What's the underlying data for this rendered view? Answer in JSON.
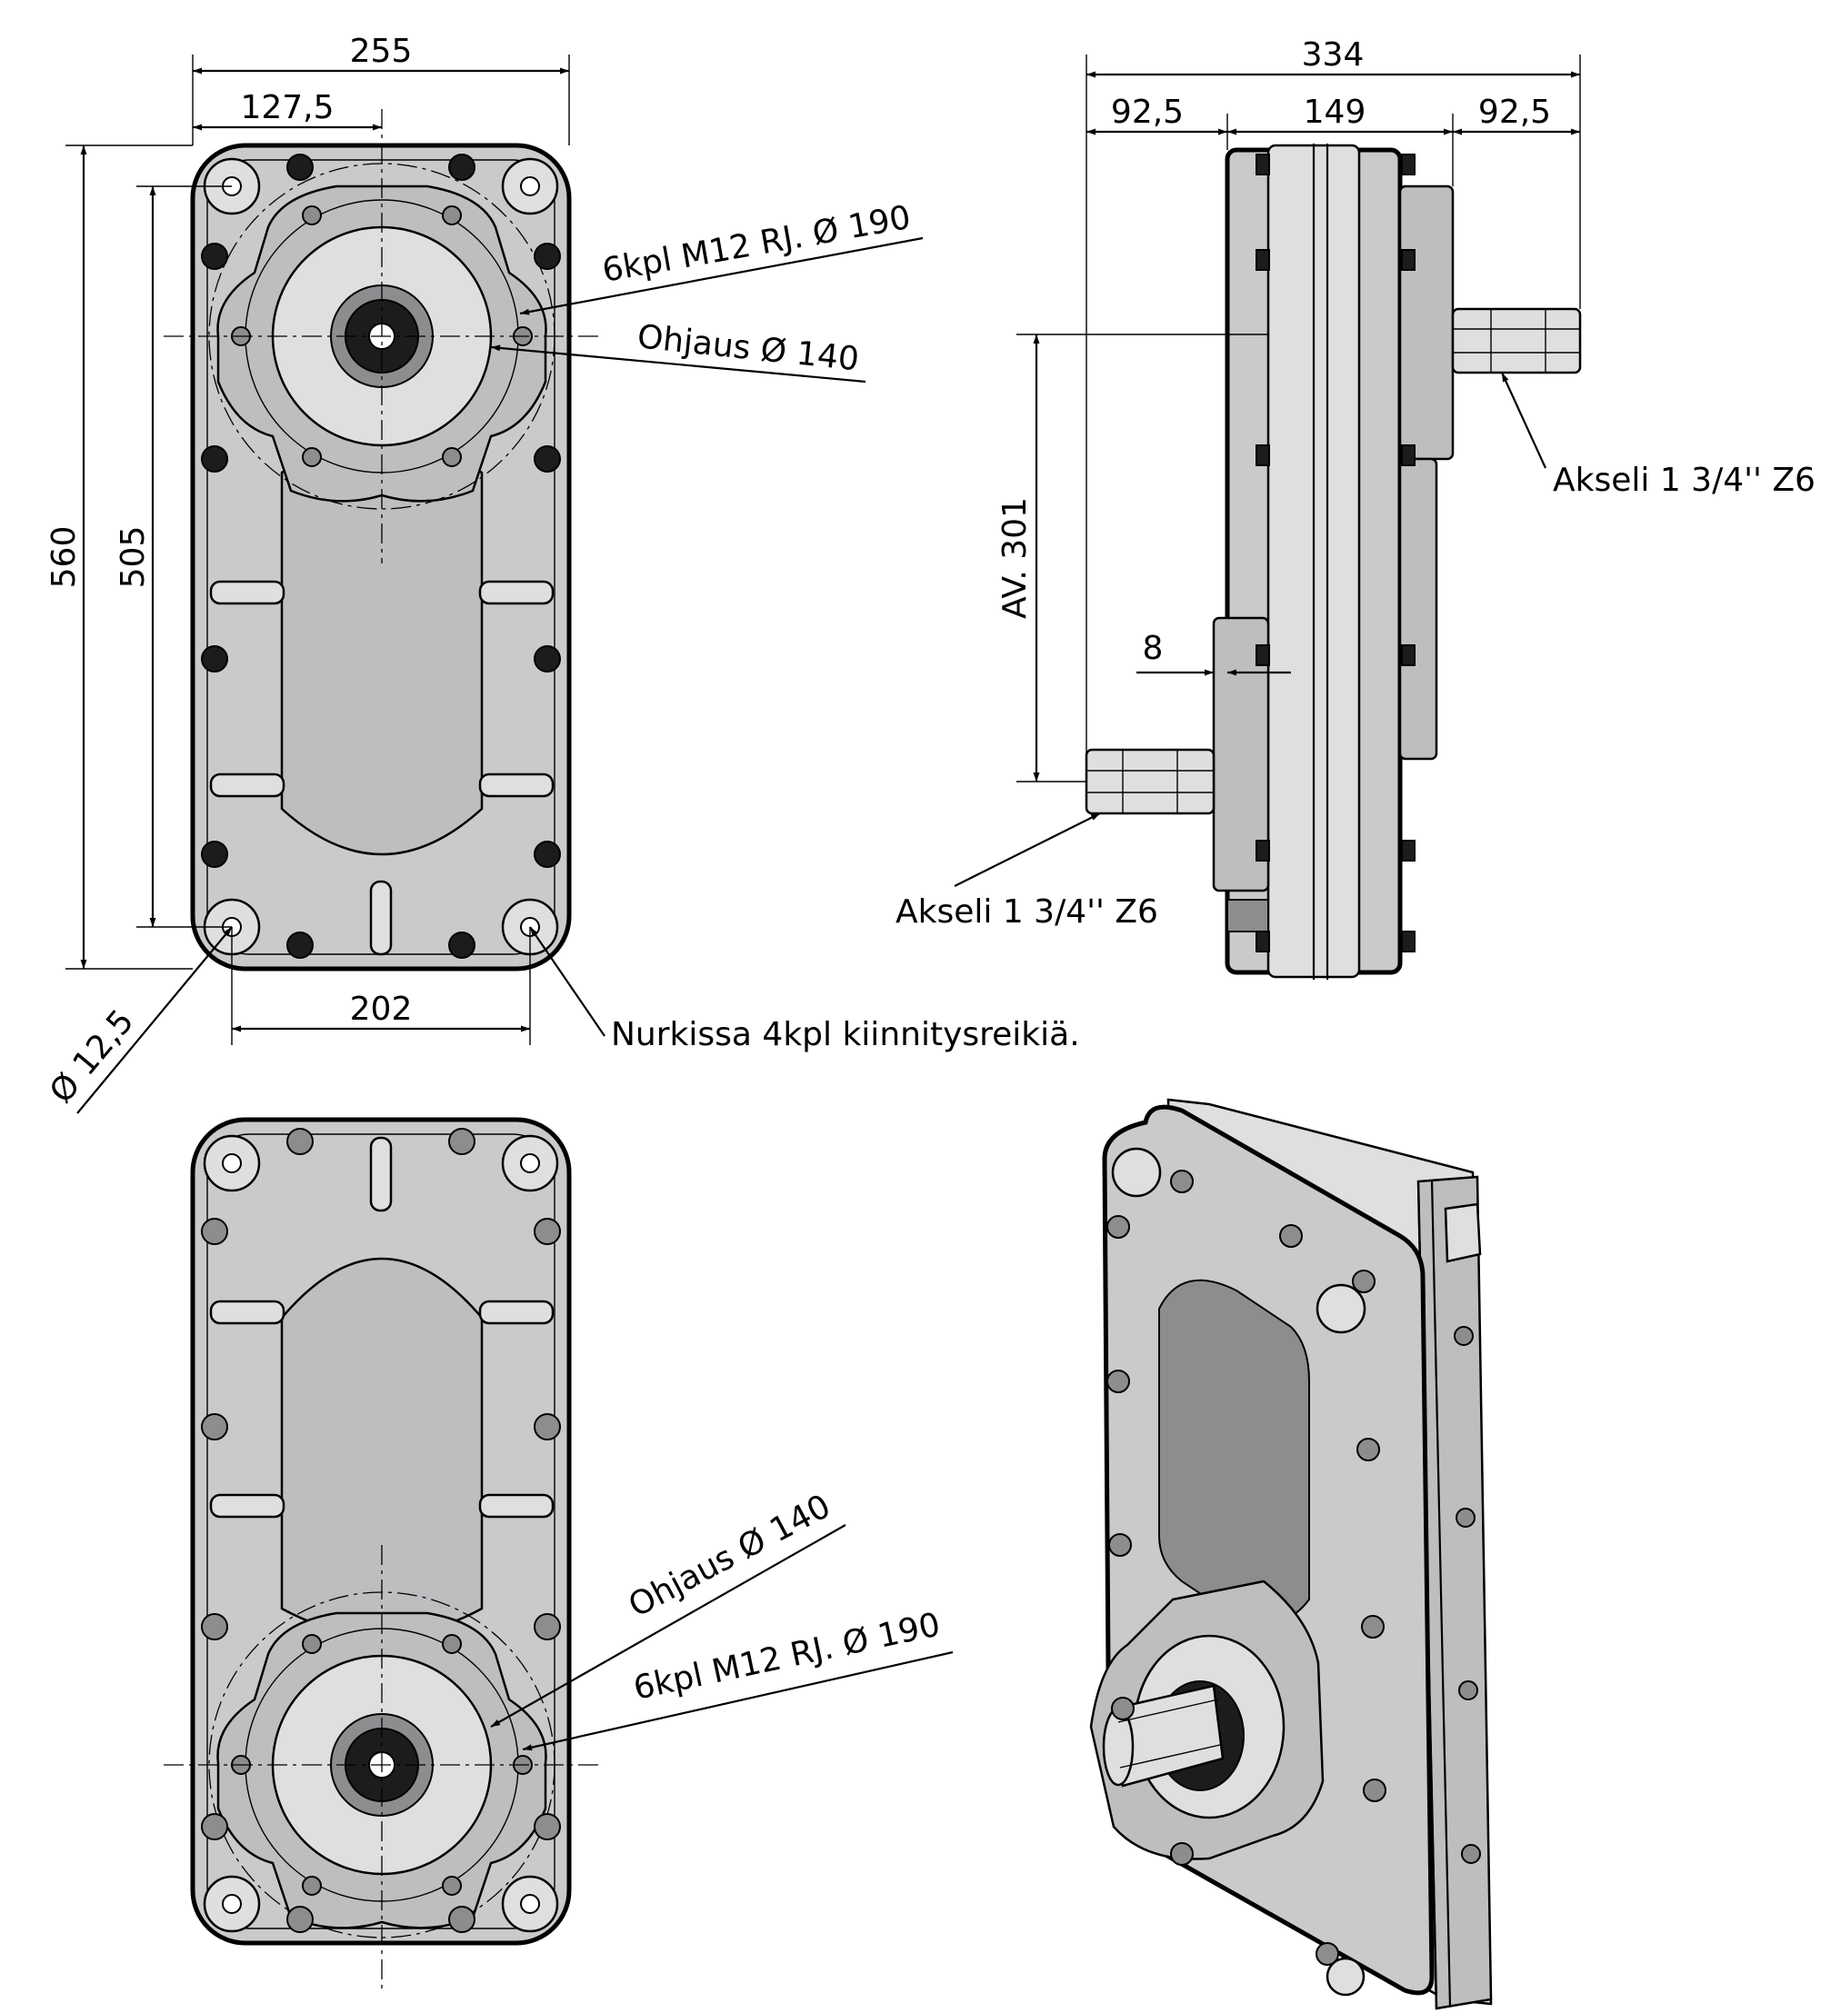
{
  "top_view": {
    "dim_width": "255",
    "dim_half_width": "127,5",
    "dim_height": "560",
    "dim_hole_pitch_v": "505",
    "dim_hole_pitch_h": "202",
    "dim_hole_dia": "Ø 12,5",
    "label_bolts": "6kpl M12 RJ. Ø 190",
    "label_pilot": "Ohjaus Ø 140",
    "label_corner_holes": "Nurkissa 4kpl kiinnitysreikiä."
  },
  "side_view": {
    "dim_total": "334",
    "dim_left": "92,5",
    "dim_mid": "149",
    "dim_right": "92,5",
    "dim_center_dist": "AV. 301",
    "dim_offset": "8",
    "label_shaft_upper": "Akseli 1 3/4'' Z6",
    "label_shaft_lower": "Akseli 1 3/4'' Z6"
  },
  "bottom_view": {
    "label_pilot": "Ohjaus Ø 140",
    "label_bolts": "6kpl M12 RJ. Ø 190"
  },
  "colors": {
    "casting": "#c9cacb",
    "casting_dark": "#8c8d8f",
    "line": "#000000"
  }
}
